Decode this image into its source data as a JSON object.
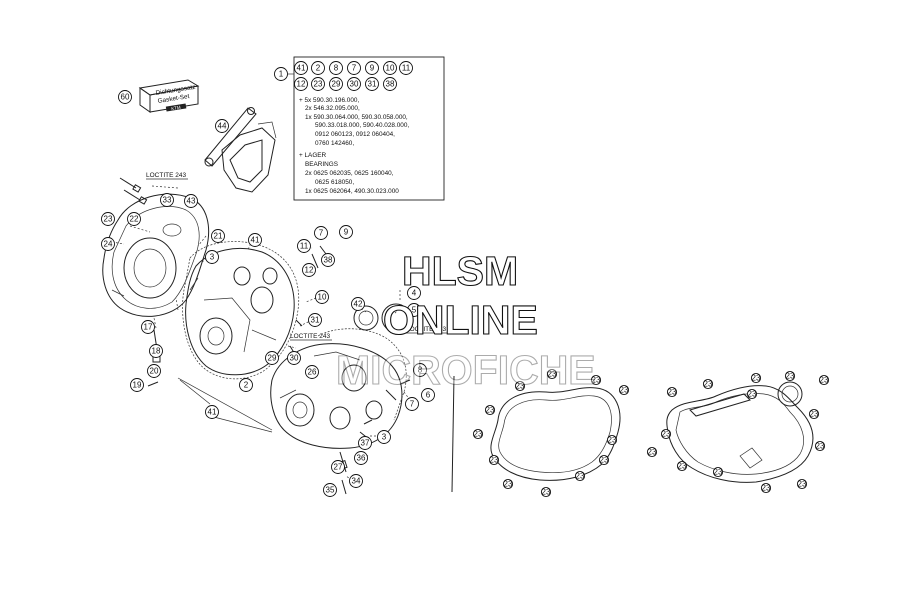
{
  "kit": {
    "box_line1": "Dichtungssatz",
    "box_line2": "Gasket-Set",
    "box_logo": "KTM",
    "box_callout": "60"
  },
  "notes": {
    "main_callout": "1",
    "kit_callouts": [
      "41",
      "2",
      "8",
      "7",
      "9",
      "10",
      "11",
      "12",
      "23",
      "29",
      "30",
      "31",
      "38"
    ],
    "line1": "+ 5x 590.30.196.000,",
    "line2": "2x 546.32.095.000,",
    "line3": "1x 590.30.064.000, 590.30.058.000,",
    "line4": "590.33.018.000, 590.40.028.000,",
    "line5": "0912 060123, 0912 060404,",
    "line6": "0760 142460,",
    "line7": "+ LAGER",
    "line8": "BEARINGS",
    "line9": "2x 0625 062035, 0625 160040,",
    "line10": "0625 618050,",
    "line11": "1x 0625 062064, 490.30.023.000"
  },
  "loctite": {
    "label_a": "LOCTITE 243",
    "label_b": "LOCTITE 243",
    "label_c": "LOCTITE 243"
  },
  "callouts": {
    "c44": "44",
    "c43": "43",
    "c33": "33",
    "c23": "23",
    "c22": "22",
    "c24": "24",
    "c21": "21",
    "c3a": "3",
    "c41a": "41",
    "c17": "17",
    "c18": "18",
    "c20": "20",
    "c19": "19",
    "c2": "2",
    "c41b": "41",
    "c11": "11",
    "c7a": "7",
    "c9": "9",
    "c12": "12",
    "c38": "38",
    "c10": "10",
    "c31": "31",
    "c42": "42",
    "c4": "4",
    "c5": "5",
    "c30": "30",
    "c29": "29",
    "c26": "26",
    "c8": "8",
    "c6": "6",
    "c7b": "7",
    "c3b": "3",
    "c37": "37",
    "c36": "36",
    "c27": "27",
    "c34": "34",
    "c35": "35",
    "g23": "23"
  },
  "watermark": {
    "line1": "HLSM",
    "line2": "ONLINE",
    "line3": "MICROFICHE"
  }
}
